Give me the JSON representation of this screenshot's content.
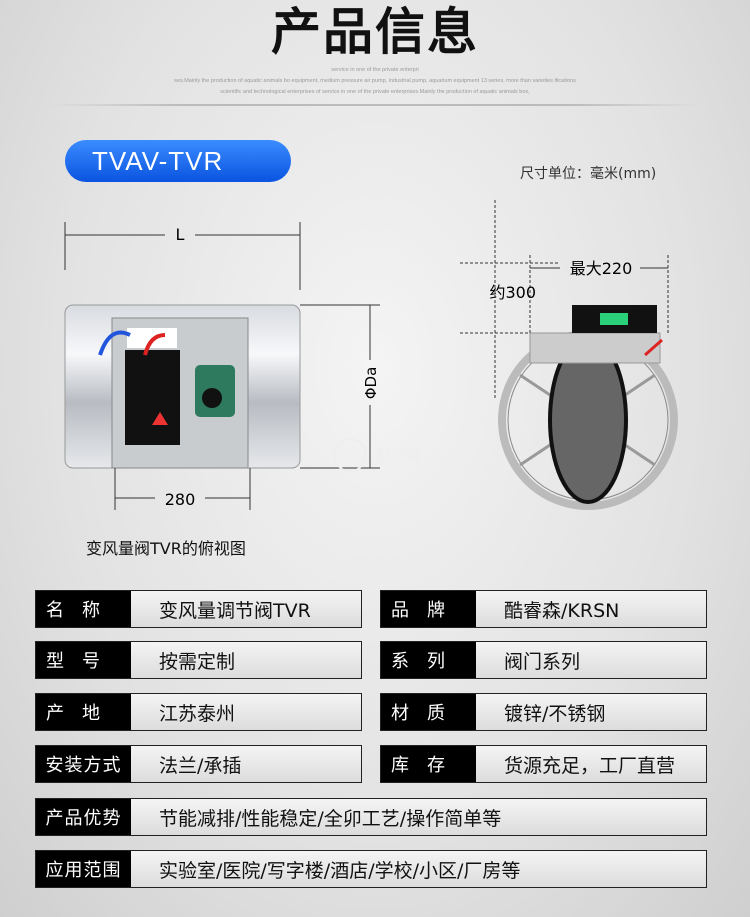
{
  "header": {
    "title": "产品信息",
    "subtitle_lines": [
      "service in one of the private enterpri",
      "ses.Mainly the production of aquatic animals bo equipment, medium pressure air pump, industrial pump, aquarium equipment 13 series, more than varieties ifications",
      "scientific and technological enterprises of service in one of the private enterprises.Mainly the production of aquatic animals box,"
    ]
  },
  "model_badge": "TVAV-TVR",
  "units": "尺寸单位：毫米(mm)",
  "drawing": {
    "dim_L": "L",
    "dim_Da": "ΦDa",
    "dim_280": "280",
    "dim_height": "约300",
    "dim_width": "最大220",
    "watermark": "制冷通",
    "caption": "变风量阀TVR的俯视图"
  },
  "specs": [
    {
      "label": "名　称",
      "value": "变风量调节阀TVR"
    },
    {
      "label": "品　牌",
      "value": "酷睿森/KRSN"
    },
    {
      "label": "型　号",
      "value": "按需定制"
    },
    {
      "label": "系　列",
      "value": "阀门系列"
    },
    {
      "label": "产　地",
      "value": "江苏泰州"
    },
    {
      "label": "材　质",
      "value": "镀锌/不锈钢"
    },
    {
      "label": "安装方式",
      "value": "法兰/承插"
    },
    {
      "label": "库　存",
      "value": "货源充足，工厂直营"
    },
    {
      "label": "产品优势",
      "value": "节能减排/性能稳定/全卯工艺/操作简单等"
    },
    {
      "label": "应用范围",
      "value": "实验室/医院/写字楼/酒店/学校/小区/厂房等"
    }
  ]
}
